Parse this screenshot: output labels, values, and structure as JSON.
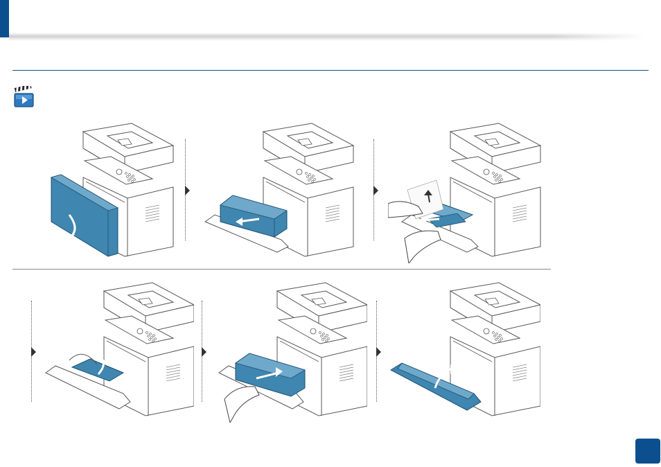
{
  "header": {
    "accent_color": "#0b4f8e"
  },
  "video_link": {
    "icon": "video-clapperboard-icon"
  },
  "steps": [
    {
      "id": 1,
      "illustration": "open-front-tray-panel"
    },
    {
      "id": 2,
      "illustration": "remove-toner-cartridge"
    },
    {
      "id": 3,
      "illustration": "pull-jammed-paper"
    },
    {
      "id": 4,
      "illustration": "close-inner-guide"
    },
    {
      "id": 5,
      "illustration": "reinsert-toner-cartridge"
    },
    {
      "id": 6,
      "illustration": "close-front-cover"
    }
  ],
  "colors": {
    "accent": "#0b4f8e",
    "part_highlight": "#3f86b0",
    "line_art": "#555555"
  },
  "page": {
    "number": ""
  }
}
